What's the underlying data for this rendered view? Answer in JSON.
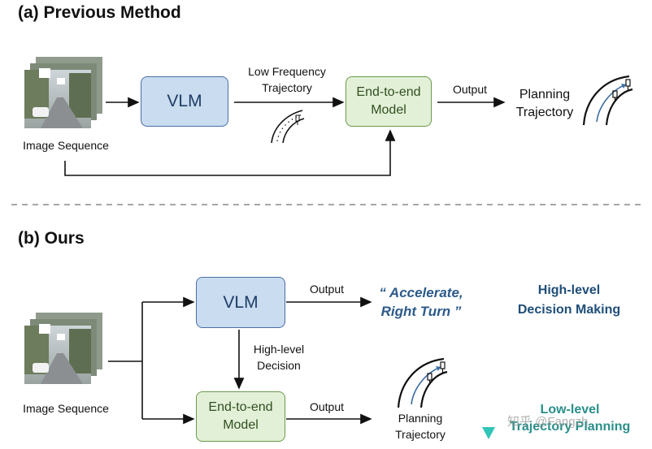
{
  "section_a": {
    "title": "(a) Previous Method",
    "input_label": "Image Sequence",
    "vlm_label": "VLM",
    "low_freq_label_line1": "Low Frequency",
    "low_freq_label_line2": "Trajectory",
    "e2e_line1": "End-to-end",
    "e2e_line2": "Model",
    "output_label": "Output",
    "planning_line1": "Planning",
    "planning_line2": "Trajectory"
  },
  "section_b": {
    "title": "(b) Ours",
    "input_label": "Image Sequence",
    "vlm_label": "VLM",
    "vlm_output_label": "Output",
    "decision_quote_line1": "“ Accelerate,",
    "decision_quote_line2": "Right Turn ”",
    "high_level_decision_line1": "High-level",
    "high_level_decision_line2": "Decision",
    "e2e_line1": "End-to-end",
    "e2e_line2": "Model",
    "e2e_output_label": "Output",
    "planning_line1": "Planning",
    "planning_line2": "Trajectory",
    "side_high_line1": "High-level",
    "side_high_line2": "Decision Making",
    "side_low_line1": "Low-level",
    "side_low_line2": "Trajectory Planning"
  },
  "watermark": "知乎 @Fangzh",
  "colors": {
    "vlm_fill": "#c9dcf0",
    "vlm_border": "#4a6fa5",
    "e2e_fill": "#e3f0d8",
    "e2e_border": "#6b9a4a",
    "quote_text": "#2c5a8a",
    "high_level_text": "#1f4e79",
    "low_level_text": "#2a8f8a"
  },
  "icons": {
    "input_images": "street-image-stack",
    "trajectory": "road-trajectory-icon"
  }
}
